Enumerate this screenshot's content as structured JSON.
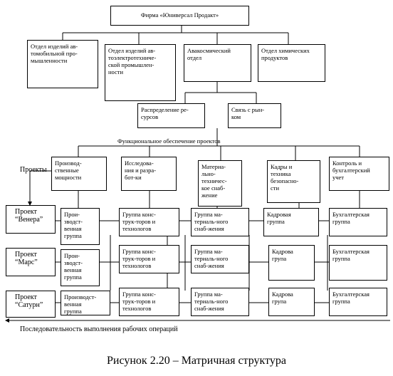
{
  "top": "Фирма «Юниверсал Продакт»",
  "departments": [
    "Отдел изделий ав-\nтомобильной про-\nмышленности",
    "Отдел изделий ав-\nтоэлектротехниче-\nской промышлен-\nности",
    "Авакосмический\nотдел",
    "Отдел химических\nпродуктов"
  ],
  "support": [
    "Распределение ре-\nсурсов",
    "Связь с рын-\nком"
  ],
  "functional_label": "Функциональное обеспечение проектов",
  "projects_label": "Проекты",
  "functions": [
    "Производ-\nственные\nмощности",
    "Исследова-\nния и разра-\nбот-ки",
    "Материа-\nльно-\nтехничес-\nкое снаб-\nжение",
    "Кадры и\nтехника\nбезопасно-\nсти",
    "Контроль и\nбухгалтерский\nучет"
  ],
  "projects": [
    "Проект\n“Венера”",
    "Проект\n“Марс”",
    "Проект\n“Сатурн”"
  ],
  "cells": [
    [
      "Прои-\nзводст-\nвенная\nгруппа",
      "Группа конс-\nтрук-торов и\nтехнологов",
      "Группа ма-\nтериаль-ного\nснаб-жения",
      "Кадровая\nгруппа",
      "Бухгалтерская\nгруппа"
    ],
    [
      "Прои-\nзводст-\nвенная\nгруппа",
      "Группа конс-\nтрук-торов и\nтехнологов",
      "Группа ма-\nтериаль-ного\nснаб-жения",
      "Кадрова\nгрупа",
      "Бухгалтерская\nгруппа"
    ],
    [
      "Производст-\nвенная\nгруппа",
      "Группа конс-\nтрук-торов и\nтехнологов",
      "Группа ма-\nтериаль-ного\nснаб-жения",
      "Кадрова\nгрупа",
      "Бухгалтерская\nгруппа"
    ]
  ],
  "sequence_label": "Последовательность выполнения рабочих операций",
  "caption": "Рисунок 2.20 – Матричная структура"
}
